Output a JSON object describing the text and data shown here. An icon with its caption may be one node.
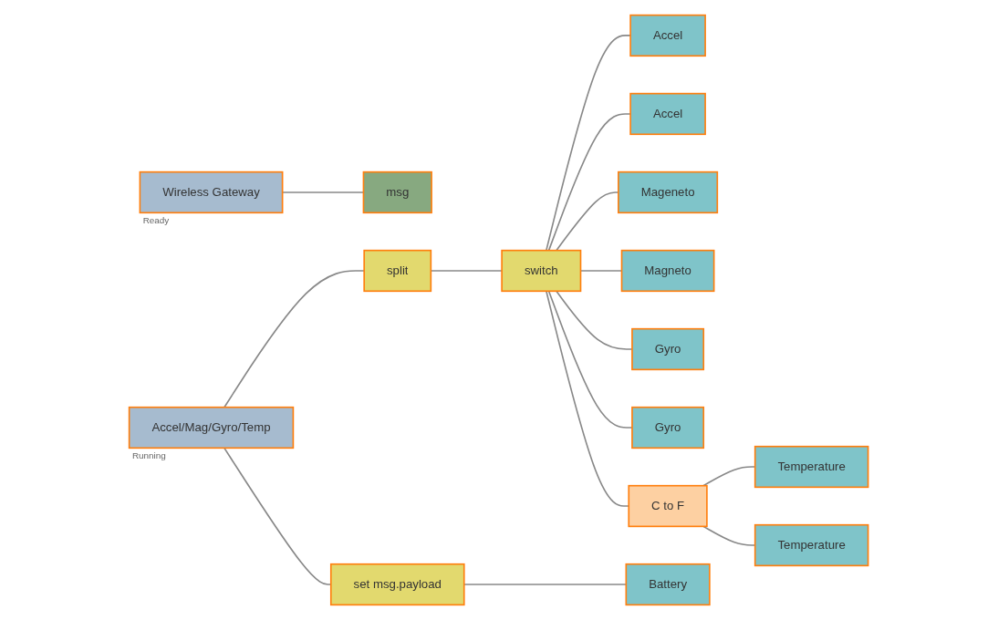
{
  "diagram": {
    "nodes": [
      {
        "text": [
          "msg"
        ]
      },
      {
        "text": [
          "Wireless Gateway"
        ],
        "beside": [
          "Ready"
        ]
      },
      {
        "text": [
          "Accel/Mag/Gyro/Temp"
        ],
        "beside": [
          "Running"
        ]
      },
      {
        "text": [
          "split"
        ]
      },
      {
        "text": [
          "switch"
        ]
      },
      {
        "text": [
          "Accel"
        ]
      },
      {
        "text": [
          "Accel"
        ]
      },
      {
        "text": [
          "Mageneto"
        ]
      },
      {
        "text": [
          "Magneto"
        ]
      },
      {
        "text": [
          "Gyro"
        ]
      },
      {
        "text": [
          "Gyro"
        ]
      },
      {
        "text": [
          "C to F"
        ]
      },
      {
        "text": [
          "Temperature"
        ]
      },
      {
        "text": [
          "Temperature"
        ]
      },
      {
        "text": [
          "set msg.payload"
        ]
      },
      {
        "text": [
          "Battery"
        ]
      }
    ],
    "edges": [
      {
        "from": 1,
        "to": 0,
        "arrow": "none"
      },
      {
        "from": 2,
        "to": 3,
        "arrow": "none"
      },
      {
        "from": 2,
        "to": 14,
        "arrow": "none"
      },
      {
        "from": 3,
        "to": 4,
        "arrow": "none"
      },
      {
        "from": 4,
        "to": 5,
        "arrow": "none"
      },
      {
        "from": 4,
        "to": 6,
        "arrow": "none"
      },
      {
        "from": 4,
        "to": 7,
        "arrow": "none"
      },
      {
        "from": 4,
        "to": 8,
        "arrow": "none"
      },
      {
        "from": 4,
        "to": 9,
        "arrow": "none"
      },
      {
        "from": 4,
        "to": 10,
        "arrow": "none"
      },
      {
        "from": 4,
        "to": 11,
        "arrow": "none"
      },
      {
        "from": 11,
        "to": 12,
        "arrow": "none"
      },
      {
        "from": 11,
        "to": 13,
        "arrow": "none"
      },
      {
        "from": 14,
        "to": 15,
        "arrow": "none"
      }
    ]
  }
}
